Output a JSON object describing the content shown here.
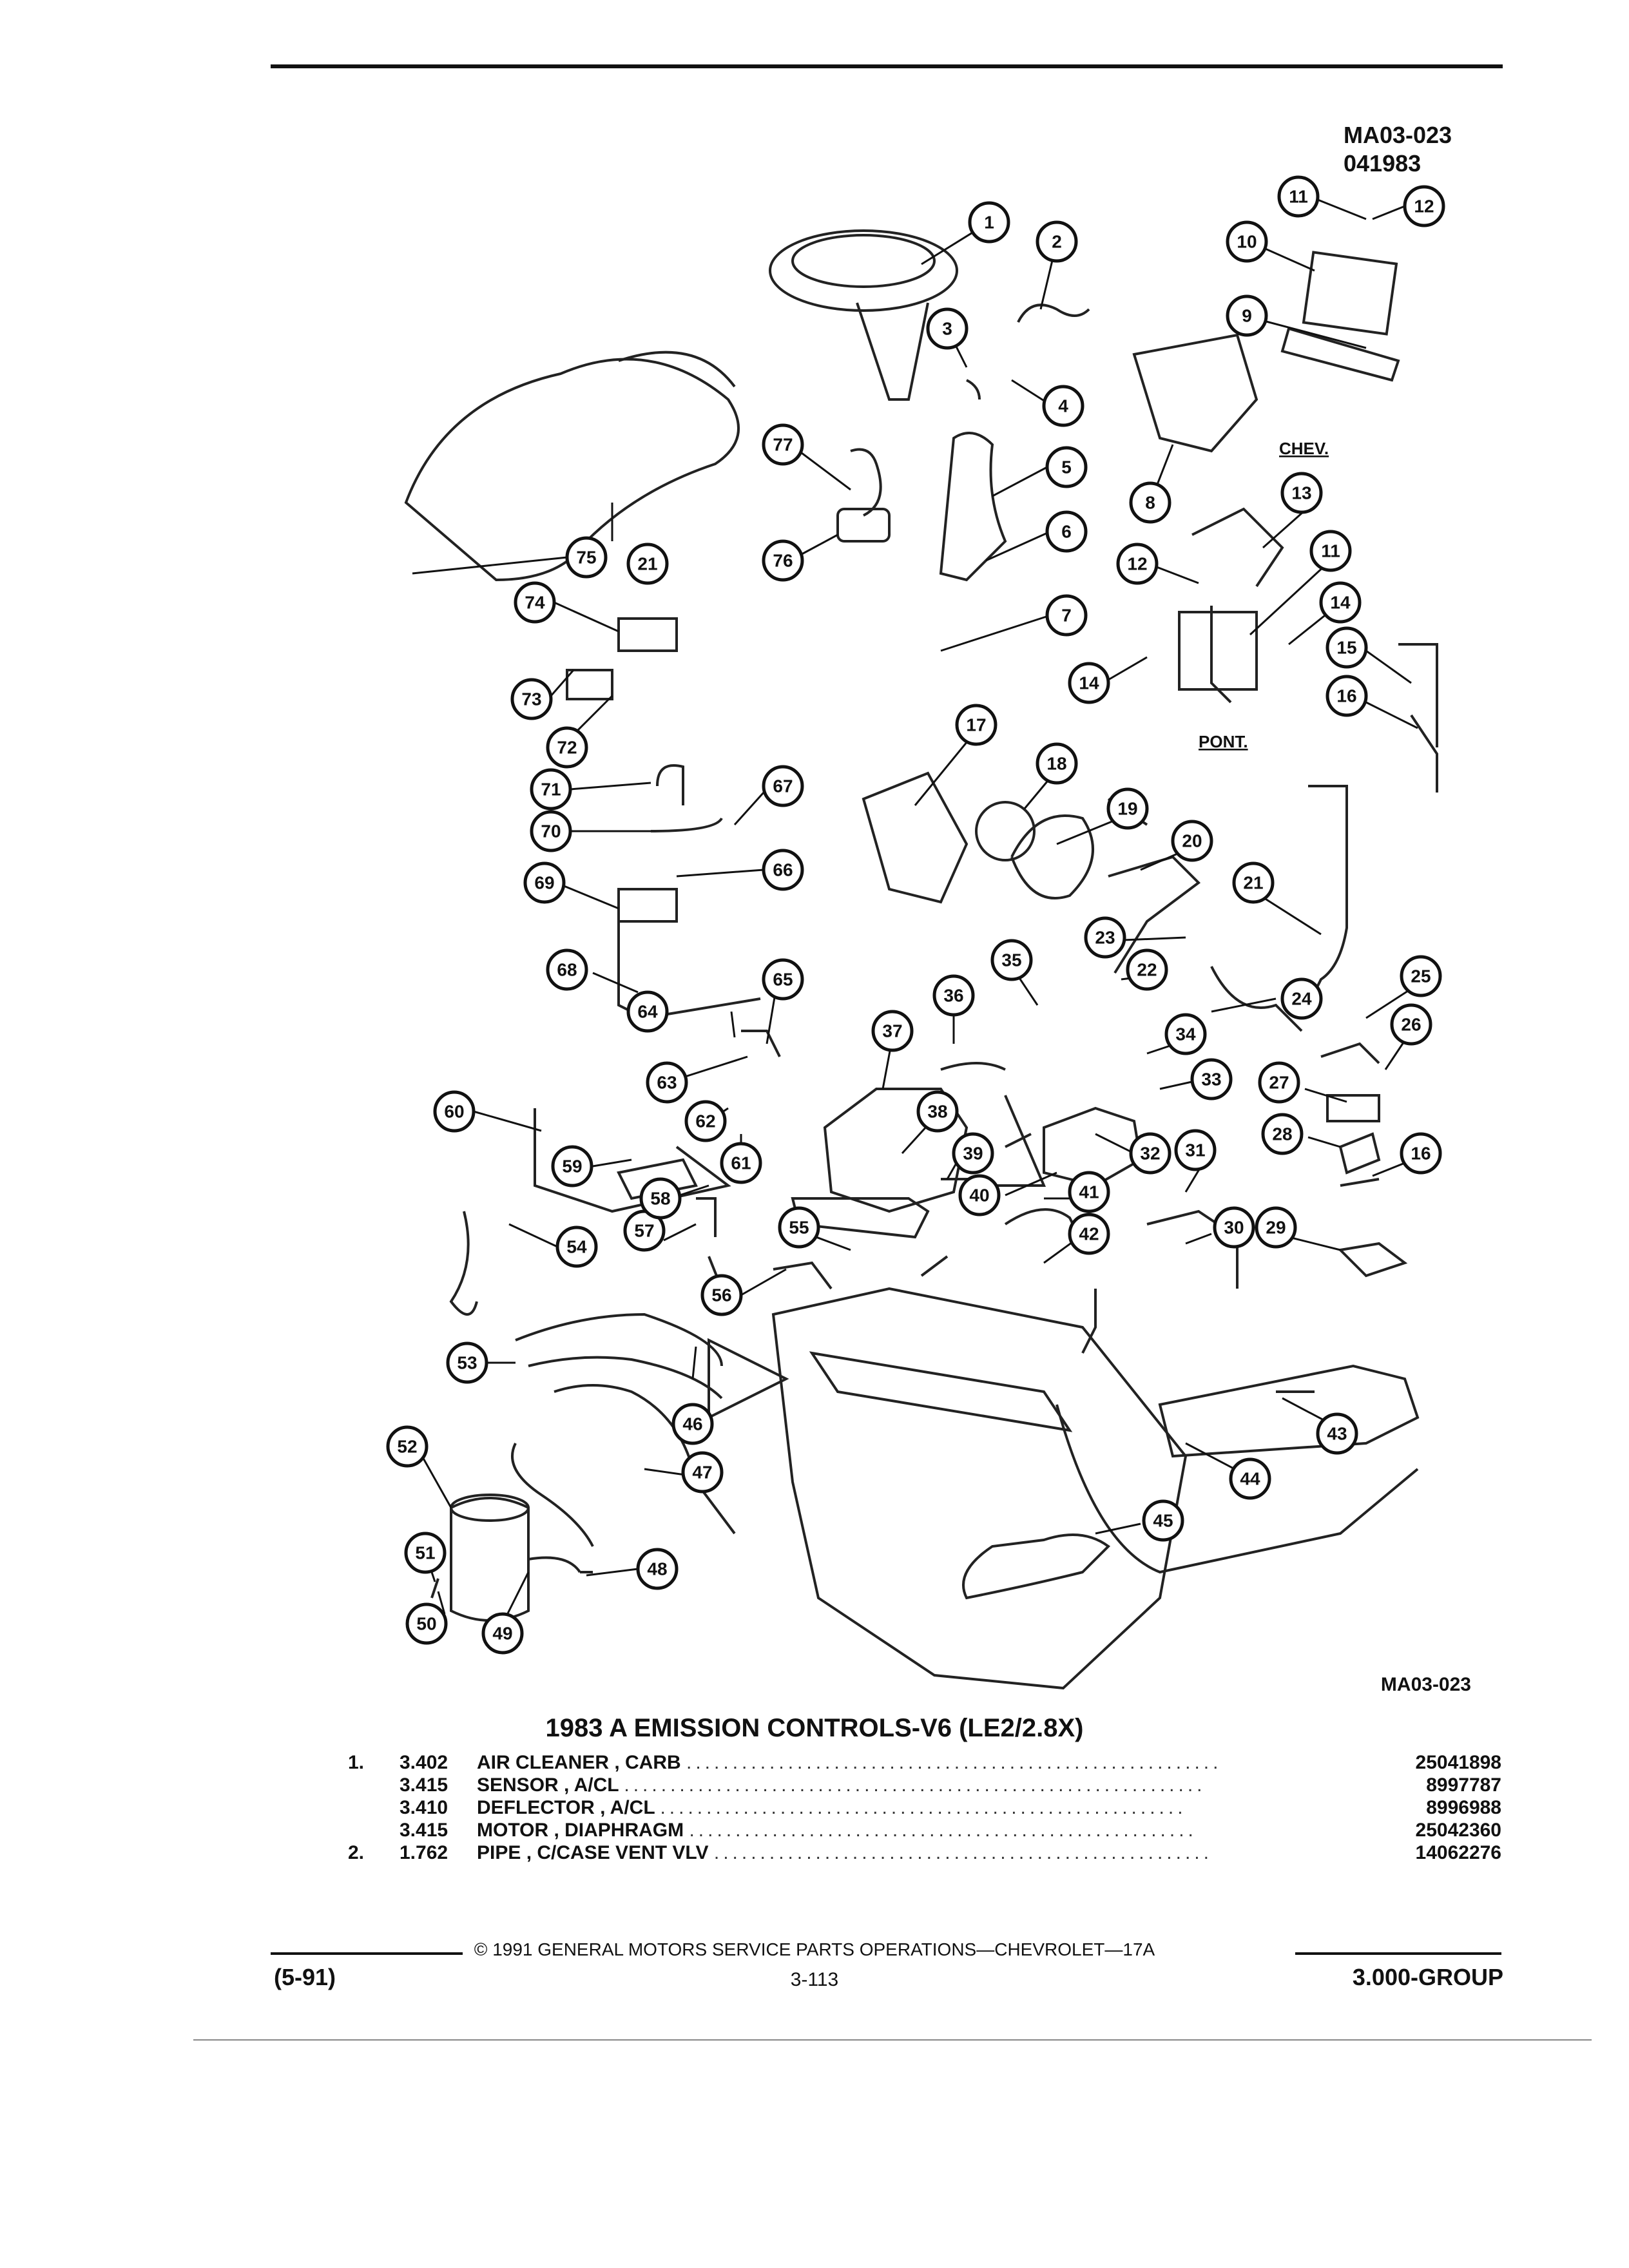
{
  "header": {
    "code": "MA03-023",
    "date_code": "041983"
  },
  "diagram": {
    "brand_labels": {
      "chev": "CHEV.",
      "pont": "PONT."
    },
    "callouts": [
      "1",
      "2",
      "3",
      "4",
      "5",
      "6",
      "7",
      "8",
      "9",
      "10",
      "11",
      "12",
      "13",
      "11",
      "12",
      "14",
      "14",
      "15",
      "16",
      "17",
      "18",
      "19",
      "20",
      "21",
      "21",
      "22",
      "23",
      "24",
      "25",
      "26",
      "27",
      "28",
      "16",
      "29",
      "30",
      "31",
      "32",
      "33",
      "34",
      "35",
      "36",
      "37",
      "38",
      "39",
      "40",
      "41",
      "42",
      "43",
      "44",
      "45",
      "46",
      "47",
      "48",
      "49",
      "50",
      "51",
      "52",
      "53",
      "54",
      "55",
      "56",
      "57",
      "58",
      "59",
      "60",
      "61",
      "62",
      "63",
      "64",
      "65",
      "66",
      "67",
      "68",
      "69",
      "70",
      "71",
      "72",
      "73",
      "74",
      "75",
      "76",
      "77"
    ]
  },
  "caption": {
    "code": "MA03-023"
  },
  "title": "1983 A EMISSION CONTROLS-V6 (LE2/2.8X)",
  "parts": [
    {
      "num": "1.",
      "code": "3.402",
      "desc": "AIR CLEANER , CARB",
      "part": "25041898"
    },
    {
      "num": "",
      "code": "3.415",
      "desc": "SENSOR , A/CL",
      "part": "8997787"
    },
    {
      "num": "",
      "code": "3.410",
      "desc": "DEFLECTOR , A/CL",
      "part": "8996988"
    },
    {
      "num": "",
      "code": "3.415",
      "desc": "MOTOR , DIAPHRAGM",
      "part": "25042360"
    },
    {
      "num": "2.",
      "code": "1.762",
      "desc": "PIPE , C/CASE VENT VLV",
      "part": "14062276"
    }
  ],
  "footer": {
    "copyright": "© 1991 GENERAL MOTORS SERVICE PARTS OPERATIONS—CHEVROLET—17A",
    "left": "(5-91)",
    "page": "3-113",
    "right": "3.000-GROUP"
  }
}
